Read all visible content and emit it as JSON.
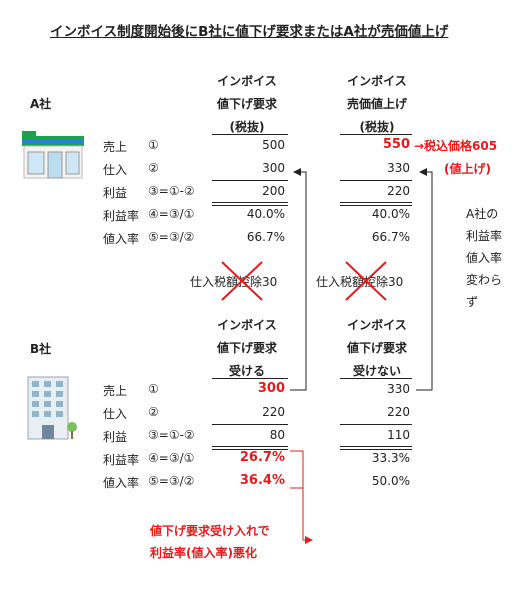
{
  "title": "インボイス制度開始後にB社に値下げ要求またはA社が売価値上げ",
  "companyA": {
    "name": "A社",
    "col1_header": [
      "インボイス",
      "値下げ要求",
      "(税抜)"
    ],
    "col2_header": [
      "インボイス",
      "売価値上げ",
      "(税抜)"
    ],
    "rows": [
      {
        "label": "売上",
        "formula": "①",
        "v1": "500",
        "v2": "550"
      },
      {
        "label": "仕入",
        "formula": "②",
        "v1": "300",
        "v2": "330"
      },
      {
        "label": "利益",
        "formula": "③=①-②",
        "v1": "200",
        "v2": "220"
      },
      {
        "label": "利益率",
        "formula": "④=③/①",
        "v1": "40.0%",
        "v2": "40.0%"
      },
      {
        "label": "値入率",
        "formula": "⑤=③/②",
        "v1": "66.7%",
        "v2": "66.7%"
      }
    ],
    "price_note": "→税込価格605",
    "price_note2": "(値上げ)",
    "side_note": [
      "A社の",
      "利益率",
      "値入率",
      "変わら",
      "ず"
    ],
    "deduction1": "仕入税額控除30",
    "deduction2": "仕入税額控除30"
  },
  "companyB": {
    "name": "B社",
    "col1_header": [
      "インボイス",
      "値下げ要求",
      "受ける"
    ],
    "col2_header": [
      "インボイス",
      "値下げ要求",
      "受けない"
    ],
    "rows": [
      {
        "label": "売上",
        "formula": "①",
        "v1": "300",
        "v2": "330"
      },
      {
        "label": "仕入",
        "formula": "②",
        "v1": "220",
        "v2": "220"
      },
      {
        "label": "利益",
        "formula": "③=①-②",
        "v1": "80",
        "v2": "110"
      },
      {
        "label": "利益率",
        "formula": "④=③/①",
        "v1": "26.7%",
        "v2": "33.3%"
      },
      {
        "label": "値入率",
        "formula": "⑤=③/②",
        "v1": "36.4%",
        "v2": "50.0%"
      }
    ],
    "bottom_note": [
      "値下げ要求受け入れで",
      "利益率(値入率)悪化"
    ]
  },
  "colors": {
    "red": "#e21b1b",
    "text": "#222222"
  }
}
